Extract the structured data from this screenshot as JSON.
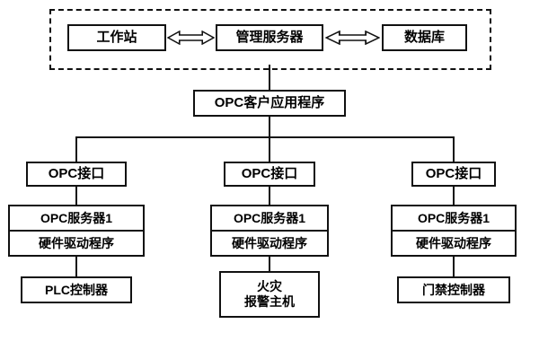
{
  "top_group": {
    "workstation_label": "工作站",
    "management_server_label": "管理服务器",
    "database_label": "数据库"
  },
  "client_app_label": "OPC客户应用程序",
  "branches": [
    {
      "interface_label": "OPC接口",
      "server_label": "OPC服务器1",
      "driver_label": "硬件驱动程序",
      "device_label": "PLC控制器"
    },
    {
      "interface_label": "OPC接口",
      "server_label": "OPC服务器1",
      "driver_label": "硬件驱动程序",
      "device_label": "火灾\n报警主机"
    },
    {
      "interface_label": "OPC接口",
      "server_label": "OPC服务器1",
      "driver_label": "硬件驱动程序",
      "device_label": "门禁控制器"
    }
  ],
  "icons": {
    "double_arrow": "double-headed-hollow-arrow"
  },
  "colors": {
    "line": "#111111",
    "background": "#ffffff",
    "text": "#000000"
  }
}
